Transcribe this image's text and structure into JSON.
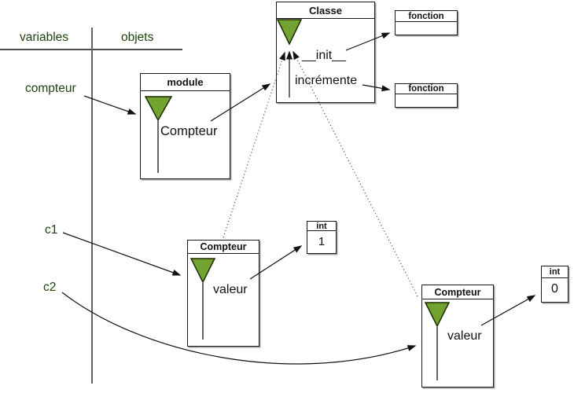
{
  "colors": {
    "label_green": "#1e420f",
    "triangle_fill": "#72a230",
    "triangle_stroke": "#1e2a00",
    "line_gray": "#666666",
    "line_dark": "#111111"
  },
  "header": {
    "left_column": "variables",
    "right_column": "objets"
  },
  "labels": {
    "compteur": "compteur",
    "c1": "c1",
    "c2": "c2"
  },
  "boxes": {
    "module": {
      "title": "module",
      "reference_label": "Compteur"
    },
    "classe": {
      "title": "Classe",
      "method1": "__init__",
      "method2": "incrémente"
    },
    "fonction_top": {
      "title": "fonction"
    },
    "fonction_bottom": {
      "title": "fonction"
    },
    "instance1": {
      "title": "Compteur",
      "attribute": "valeur"
    },
    "int1": {
      "title": "int",
      "value": "1"
    },
    "instance2": {
      "title": "Compteur",
      "attribute": "valeur"
    },
    "int2": {
      "title": "int",
      "value": "0"
    }
  }
}
